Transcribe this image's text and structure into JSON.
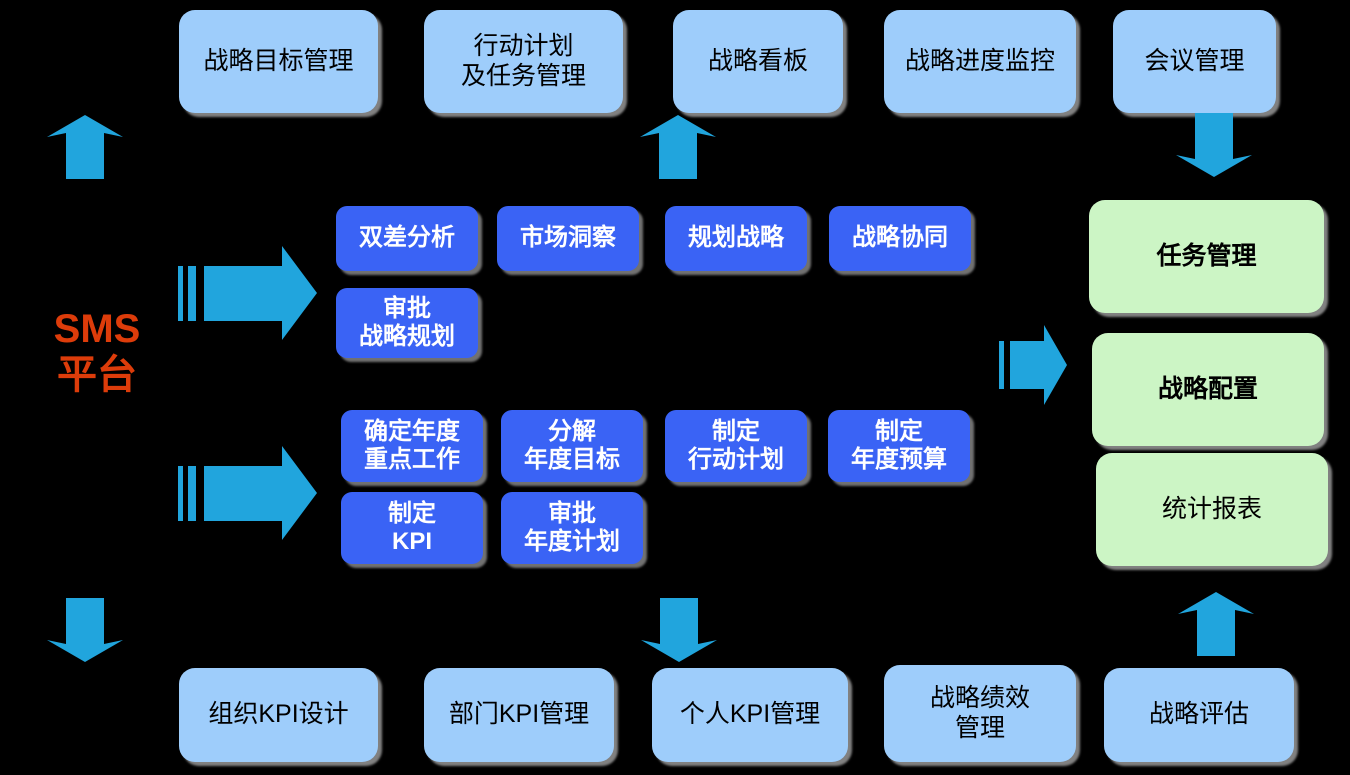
{
  "diagram": {
    "title_label": "SMS\n平台",
    "accent_colors": {
      "arrow": "#21a5dd",
      "light_blue_box": "#9ecdfb",
      "blue_box": "#3a63f5",
      "green_box": "#ccf5c5",
      "sms_text": "#dd3c0a",
      "background": "#000000"
    }
  },
  "top_row": [
    {
      "label": "战略目标管理"
    },
    {
      "label": "行动计划\n及任务管理"
    },
    {
      "label": "战略看板"
    },
    {
      "label": "战略进度监控"
    },
    {
      "label": "会议管理"
    }
  ],
  "middle_upper_row": [
    {
      "label": "双差分析"
    },
    {
      "label": "市场洞察"
    },
    {
      "label": "规划战略"
    },
    {
      "label": "战略协同"
    }
  ],
  "middle_upper_row2": [
    {
      "label": "审批\n战略规划"
    }
  ],
  "middle_lower_row": [
    {
      "label": "确定年度\n重点工作"
    },
    {
      "label": "分解\n年度目标"
    },
    {
      "label": "制定\n行动计划"
    },
    {
      "label": "制定\n年度预算"
    }
  ],
  "middle_lower_row2": [
    {
      "label": "制定\nKPI"
    },
    {
      "label": "审批\n年度计划"
    }
  ],
  "right_column": [
    {
      "label": "任务管理"
    },
    {
      "label": "战略配置"
    },
    {
      "label": "统计报表"
    }
  ],
  "bottom_row": [
    {
      "label": "组织KPI设计"
    },
    {
      "label": "部门KPI管理"
    },
    {
      "label": "个人KPI管理"
    },
    {
      "label": "战略绩效\n管理"
    },
    {
      "label": "战略评估"
    }
  ],
  "arrows": [
    {
      "name": "arrow-up-left-top",
      "direction": "up"
    },
    {
      "name": "arrow-up-center-top",
      "direction": "up"
    },
    {
      "name": "arrow-down-right-top",
      "direction": "down"
    },
    {
      "name": "arrow-right-strategy-planning",
      "direction": "right"
    },
    {
      "name": "arrow-right-annual-plan",
      "direction": "right"
    },
    {
      "name": "arrow-right-to-config",
      "direction": "right"
    },
    {
      "name": "arrow-down-left-bottom",
      "direction": "down"
    },
    {
      "name": "arrow-down-center-bottom",
      "direction": "down"
    },
    {
      "name": "arrow-up-right-bottom",
      "direction": "up"
    }
  ]
}
